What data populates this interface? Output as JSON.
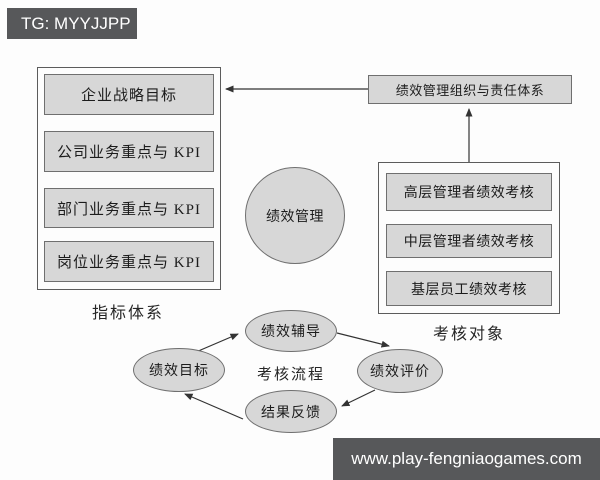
{
  "watermarks": {
    "tg_label": "TG: MYYJJPP",
    "site_url": "www.play-fengniaogames.com"
  },
  "diagram": {
    "center_circle_label": "绩效管理",
    "org_box_label": "绩效管理组织与责任体系",
    "indicator_system": {
      "label": "指标体系",
      "boxes": [
        "企业战略目标",
        "公司业务重点与 KPI",
        "部门业务重点与 KPI",
        "岗位业务重点与 KPI"
      ]
    },
    "assessment_targets": {
      "label": "考核对象",
      "boxes": [
        "高层管理者绩效考核",
        "中层管理者绩效考核",
        "基层员工绩效考核"
      ]
    },
    "assessment_process": {
      "label": "考核流程",
      "nodes": [
        "绩效目标",
        "绩效辅导",
        "绩效评价",
        "结果反馈"
      ]
    },
    "colors": {
      "node_fill": "#d7d7d7",
      "node_border": "#6f6f6f",
      "container_border": "#5c5c5c",
      "arrow": "#333333",
      "watermark_bg": "#57585a",
      "watermark_text": "#ffffff"
    }
  }
}
